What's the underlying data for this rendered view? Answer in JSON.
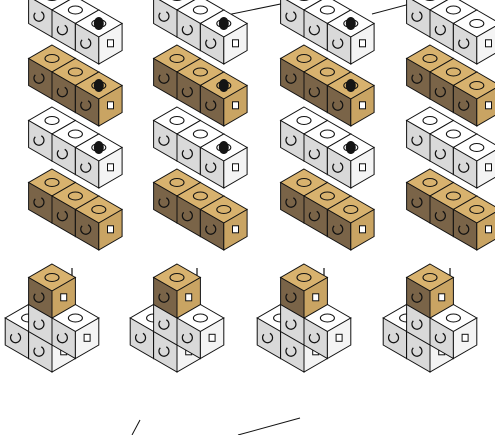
{
  "colors": {
    "white_top": "#ffffff",
    "white_left": "#d9d9d9",
    "white_right": "#f4f4f4",
    "tan_top": "#d8b26e",
    "tan_left": "#7a6448",
    "tan_right": "#c9a463",
    "line": "#111111",
    "dot": "#151515",
    "knob": "#ffffff"
  },
  "icons": {
    "column": "cube-stack-icon",
    "arrow": "arrow-down-icon",
    "joint": "round-hole-icon"
  },
  "figure": {
    "columns": 4,
    "upper_layers": [
      "white",
      "tan",
      "white",
      "tan"
    ],
    "lower_top_color": "tan",
    "lower_base_color": "white",
    "marked_layers": [
      0,
      1,
      2
    ]
  }
}
